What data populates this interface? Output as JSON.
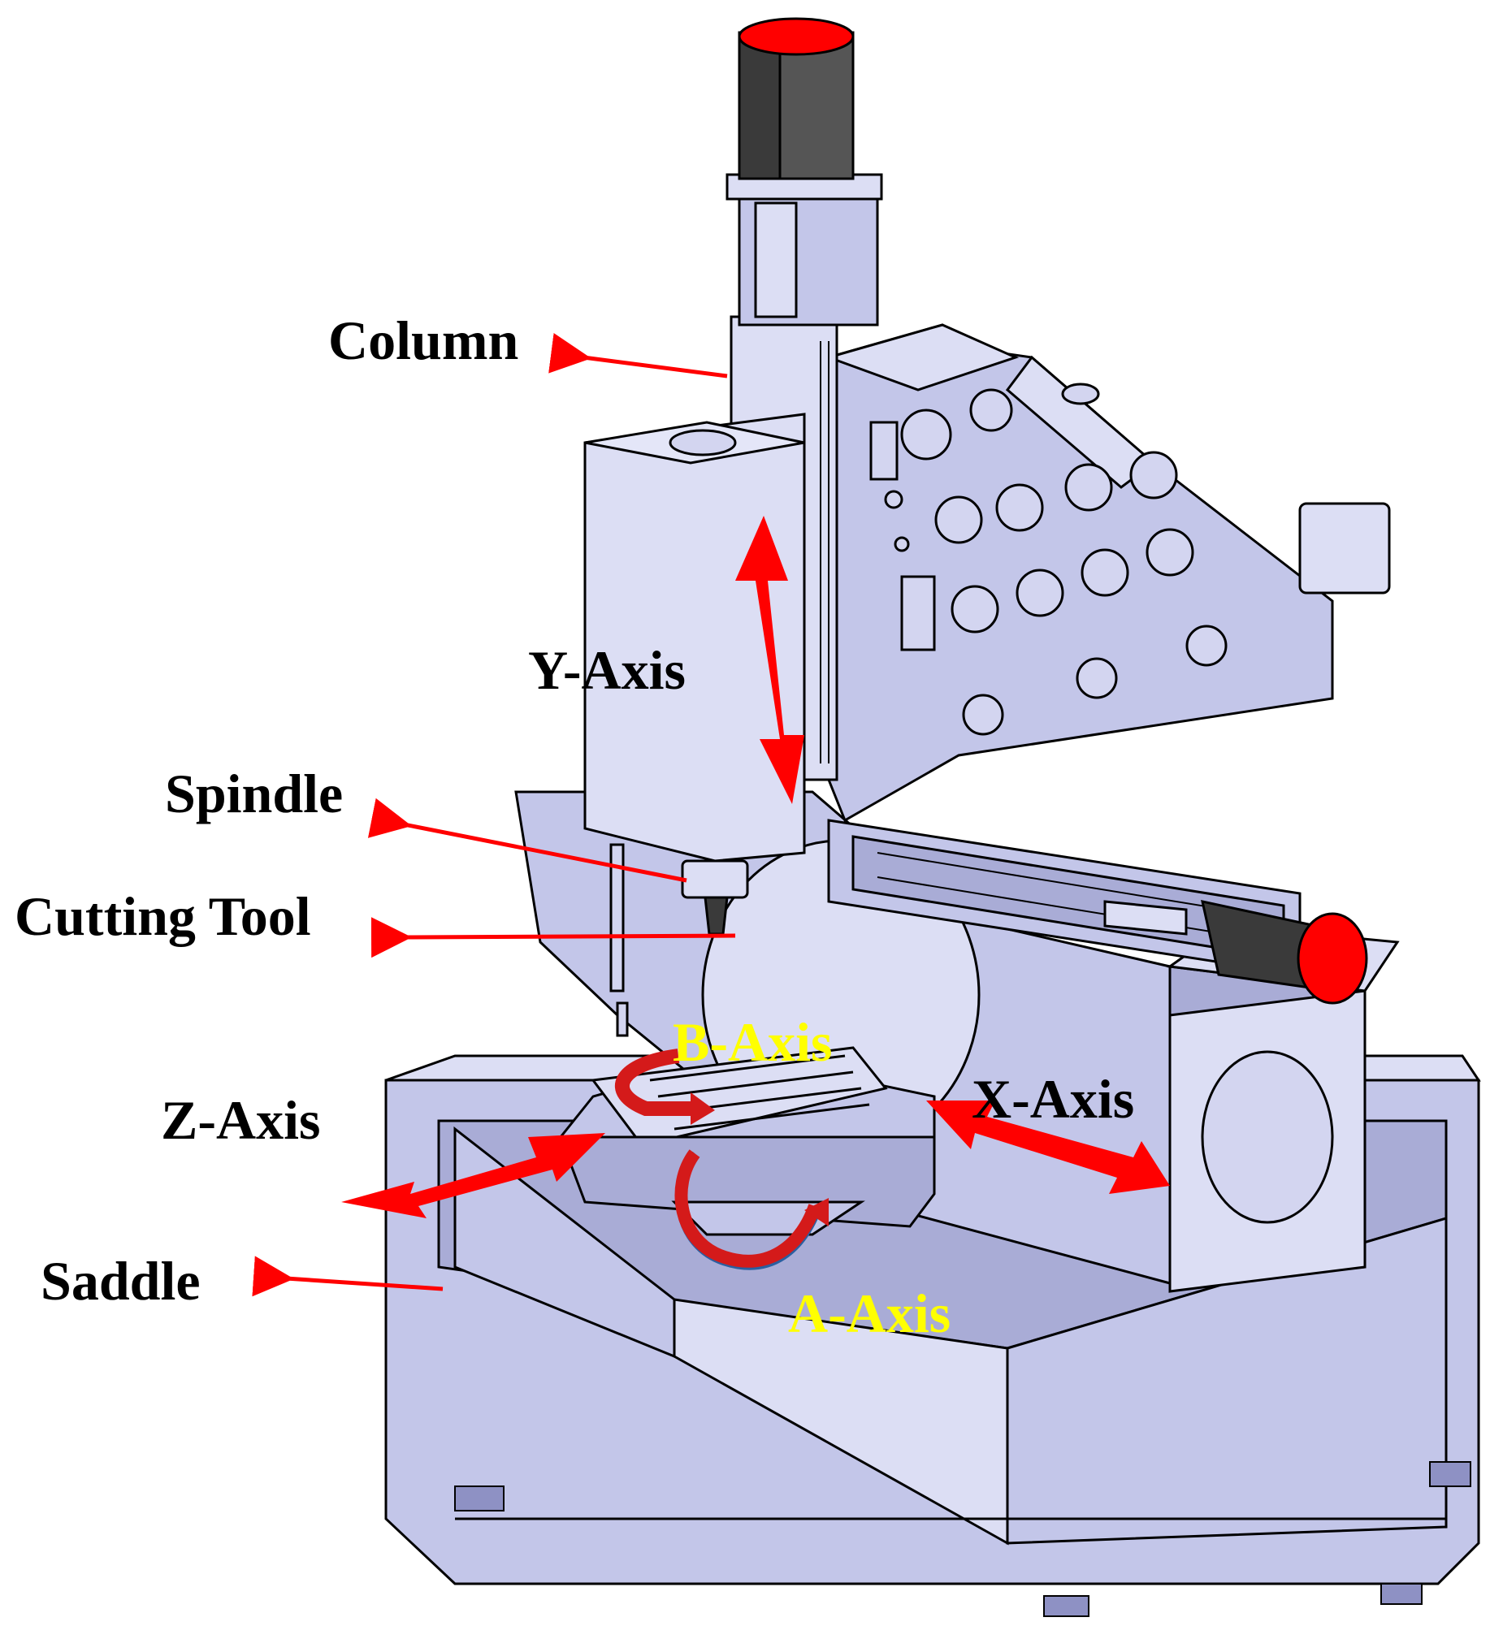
{
  "labels": {
    "column": "Column",
    "y_axis": "Y-Axis",
    "spindle": "Spindle",
    "cutting_tool": "Cutting Tool",
    "b_axis": "B-Axis",
    "z_axis": "Z-Axis",
    "x_axis": "X-Axis",
    "saddle": "Saddle",
    "a_axis": "A-Axis"
  },
  "colors": {
    "machine_body": "#c3c6e9",
    "motion_arrow": "#ff0000",
    "rotary_arrow": "#d41a1a",
    "rotary_label": "#ffff00",
    "part_label": "#000000",
    "motor_body": "#3a3a3a",
    "motor_cap": "#ff0000"
  }
}
